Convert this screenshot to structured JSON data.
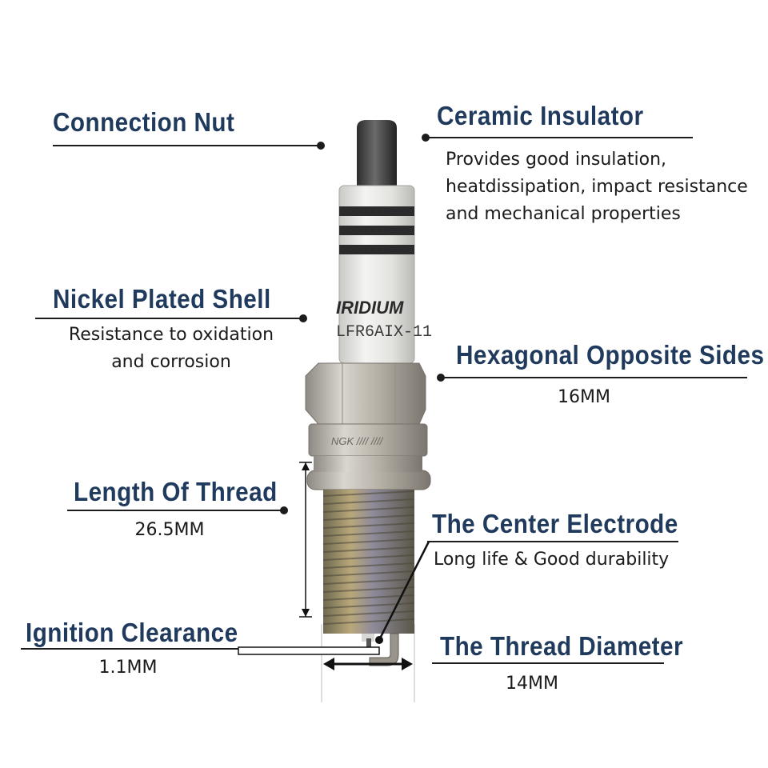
{
  "labels": {
    "connection_nut": {
      "title": "Connection Nut"
    },
    "ceramic_insulator": {
      "title": "Ceramic Insulator",
      "lines": [
        "Provides good insulation,",
        "heatdissipation, impact resistance",
        "and mechanical properties"
      ]
    },
    "nickel_plated_shell": {
      "title": "Nickel Plated Shell",
      "lines": [
        "Resistance to oxidation",
        "and corrosion"
      ]
    },
    "hexagonal_opposite_sides": {
      "title": "Hexagonal Opposite Sides",
      "value": "16MM"
    },
    "length_of_thread": {
      "title": "Length Of Thread",
      "value": "26.5MM"
    },
    "center_electrode": {
      "title": "The Center Electrode",
      "lines": [
        "Long life & Good durability"
      ]
    },
    "ignition_clearance": {
      "title": "Ignition Clearance",
      "value": "1.1MM"
    },
    "thread_diameter": {
      "title": "The Thread Diameter",
      "value": "14MM"
    }
  },
  "plug_markings": {
    "brand": "IRIDIUM",
    "model": "LFR6AIX-11"
  },
  "colors": {
    "heading": "#1f3a5c",
    "text": "#1a1a1a",
    "line": "#1c1c1c"
  }
}
